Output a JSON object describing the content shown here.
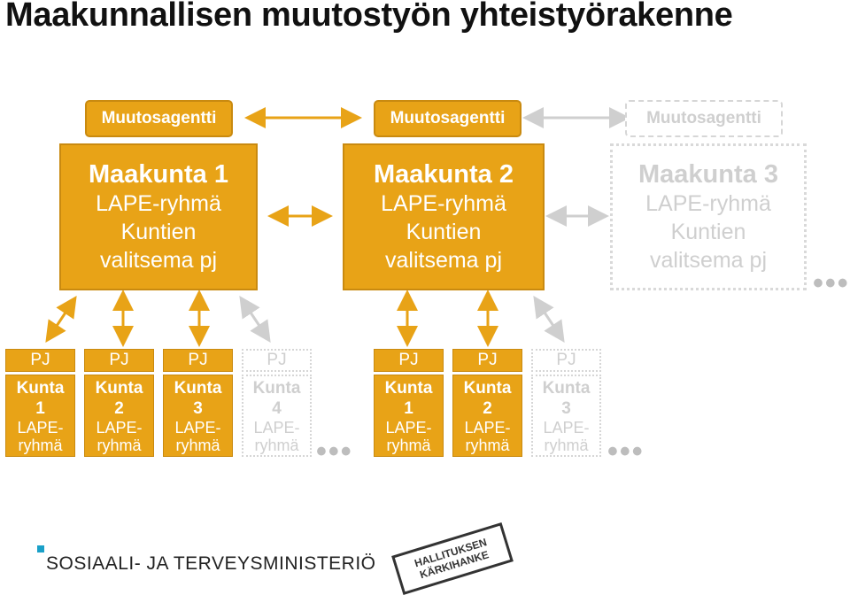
{
  "title": "Maakunnallisen muutostyön yhteistyörakenne",
  "agents": [
    "Muutosagentti",
    "Muutosagentti",
    "Muutosagentti"
  ],
  "maakunnat": [
    {
      "name": "Maakunta 1",
      "line2": "LAPE-ryhmä",
      "line3": "Kuntien",
      "line4": "valitsema pj"
    },
    {
      "name": "Maakunta 2",
      "line2": "LAPE-ryhmä",
      "line3": "Kuntien",
      "line4": "valitsema pj"
    },
    {
      "name": "Maakunta 3",
      "line2": "LAPE-ryhmä",
      "line3": "Kuntien",
      "line4": "valitsema pj"
    }
  ],
  "pj_label": "PJ",
  "kunnat": [
    {
      "kunta": "Kunta",
      "num": "1",
      "r1": "LAPE-",
      "r2": "ryhmä"
    },
    {
      "kunta": "Kunta",
      "num": "2",
      "r1": "LAPE-",
      "r2": "ryhmä"
    },
    {
      "kunta": "Kunta",
      "num": "3",
      "r1": "LAPE-",
      "r2": "ryhmä"
    },
    {
      "kunta": "Kunta",
      "num": "4",
      "r1": "LAPE-",
      "r2": "ryhmä"
    },
    {
      "kunta": "Kunta",
      "num": "1",
      "r1": "LAPE-",
      "r2": "ryhmä"
    },
    {
      "kunta": "Kunta",
      "num": "2",
      "r1": "LAPE-",
      "r2": "ryhmä"
    },
    {
      "kunta": "Kunta",
      "num": "3",
      "r1": "LAPE-",
      "r2": "ryhmä"
    }
  ],
  "ellipsis": "•••",
  "footer": {
    "ministry": "SOSIAALI- JA TERVEYSMINISTERIÖ",
    "stamp_line1": "HALLITUKSEN",
    "stamp_line2": "KÄRKIHANKE"
  },
  "colors": {
    "accent": "#e8a317",
    "accent_border": "#c98a10",
    "ghost": "#cfcfcf",
    "footer_square": "#1aa0c8"
  }
}
